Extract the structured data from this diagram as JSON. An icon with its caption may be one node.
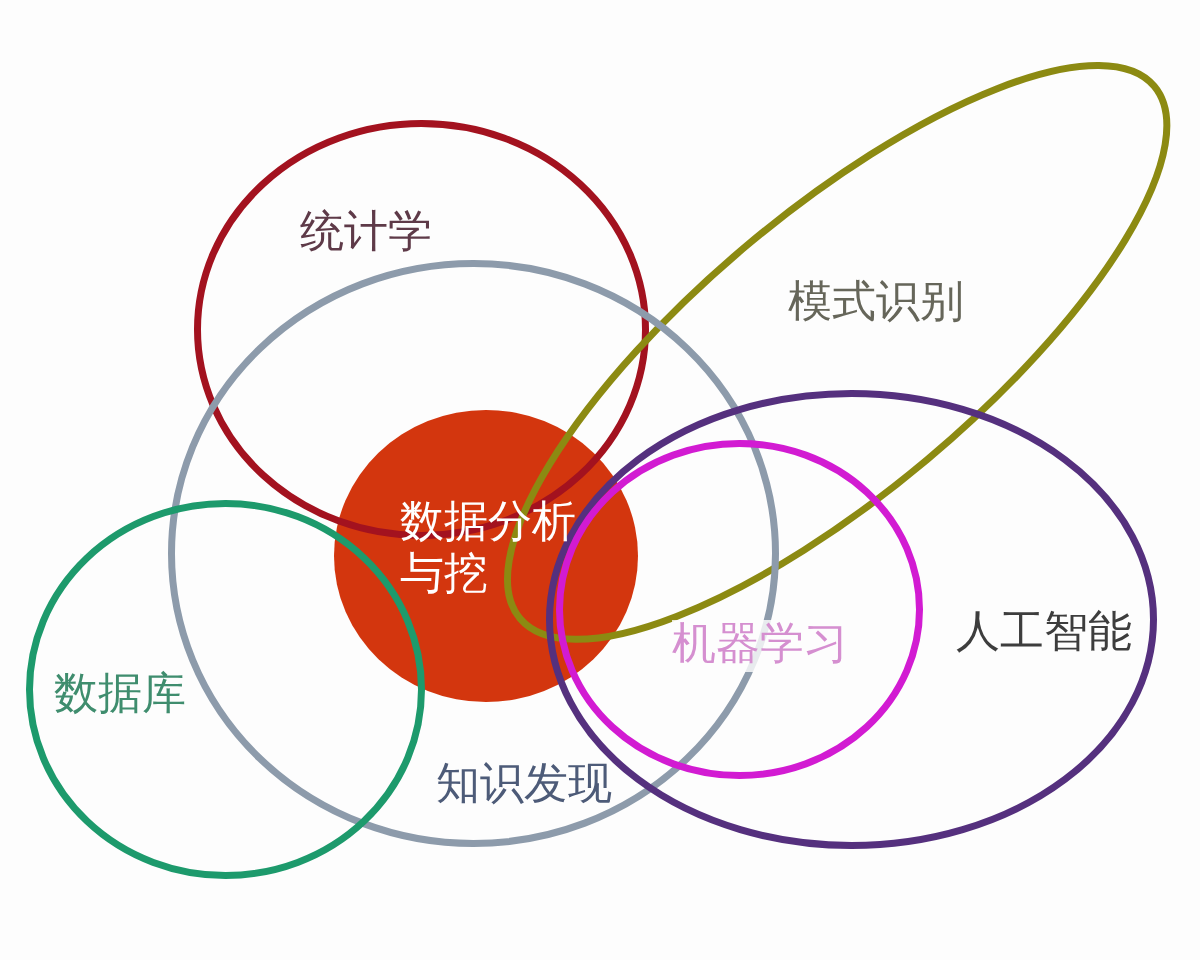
{
  "diagram": {
    "nodes": [
      {
        "text": [
          "统计学"
        ]
      },
      {
        "text": [
          "模式识别"
        ]
      },
      {
        "text": [
          "知识发现"
        ]
      },
      {
        "text": [
          "数据分析与挖"
        ],
        "in": 2
      },
      {
        "text": [
          "人工智能"
        ]
      },
      {
        "text": [
          "机器学习"
        ],
        "in": 4
      },
      {
        "text": [
          "数据库"
        ]
      }
    ]
  }
}
